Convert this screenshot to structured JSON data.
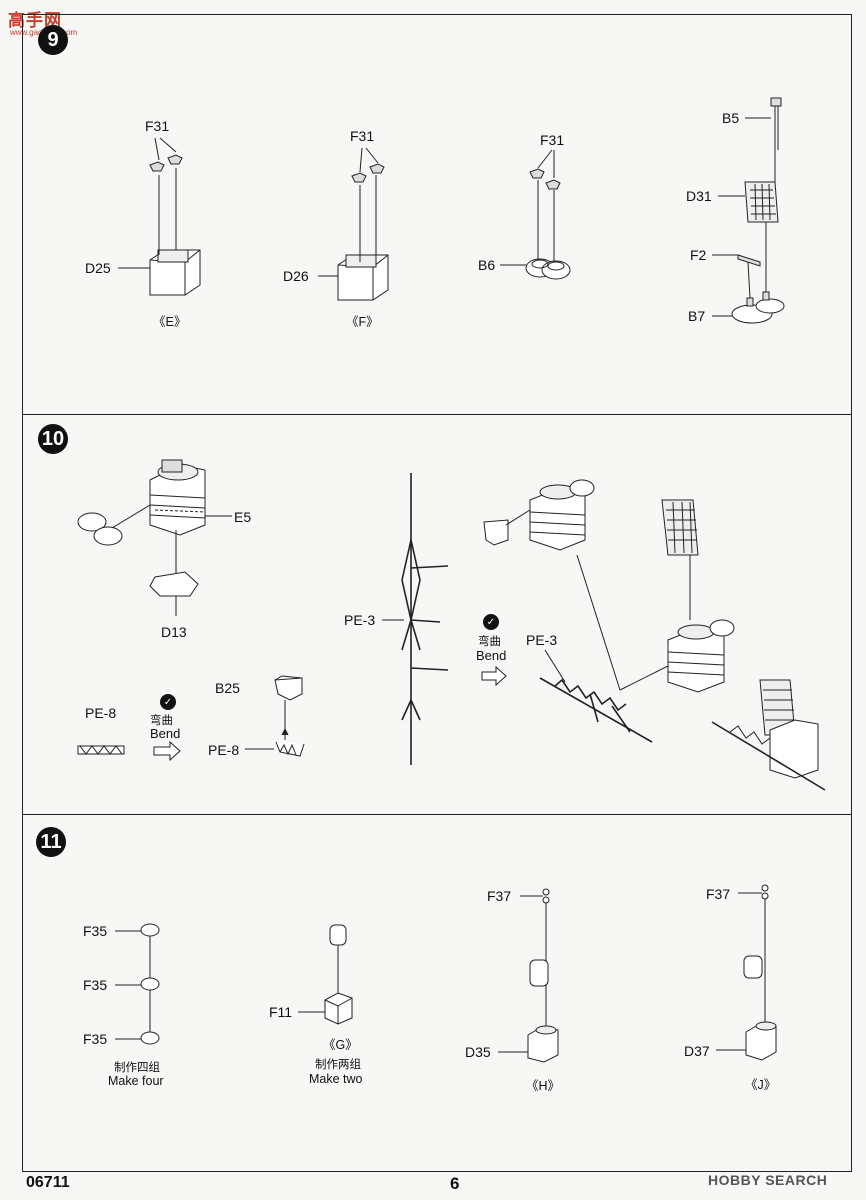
{
  "watermark": {
    "site_title": "高手网",
    "site_url": "www.gaoshou.com"
  },
  "steps": {
    "step9": {
      "number": "9",
      "labels": {
        "f31_a": "F31",
        "f31_b": "F31",
        "f31_c": "F31",
        "d25": "D25",
        "d26": "D26",
        "b6": "B6",
        "b5": "B5",
        "d31": "D31",
        "f2": "F2",
        "b7": "B7"
      },
      "sub_assemblies": {
        "e": "《E》",
        "f": "《F》"
      }
    },
    "step10": {
      "number": "10",
      "labels": {
        "e5": "E5",
        "d13": "D13",
        "pe8": "PE-8",
        "b25": "B25",
        "pe8_b": "PE-8",
        "pe3_a": "PE-3",
        "pe3_b": "PE-3"
      },
      "bend_cn": "弯曲",
      "bend_en": "Bend",
      "bend_cn_2": "弯曲",
      "bend_en_2": "Bend"
    },
    "step11": {
      "number": "11",
      "labels": {
        "f35_a": "F35",
        "f35_b": "F35",
        "f35_c": "F35",
        "f11": "F11",
        "f37_a": "F37",
        "f37_b": "F37",
        "d35": "D35",
        "d37": "D37"
      },
      "sub_assemblies": {
        "g": "《G》",
        "h": "《H》",
        "j": "《J》"
      },
      "make_four_cn": "制作四组",
      "make_four_en": "Make four",
      "make_two_cn": "制作两组",
      "make_two_en": "Make two"
    }
  },
  "footer": {
    "code": "06711",
    "page": "6",
    "brand": "HOBBY SEARCH"
  }
}
